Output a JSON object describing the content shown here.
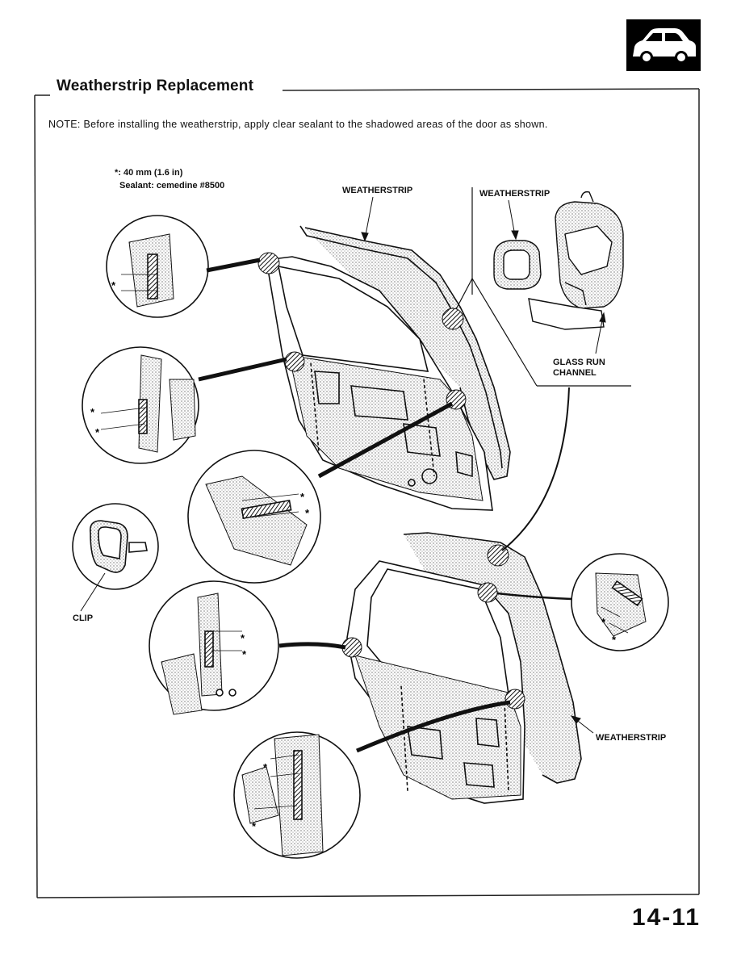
{
  "header": {
    "section_title": "Weatherstrip Replacement",
    "badge_icon": "car-icon"
  },
  "note": "NOTE: Before installing the weatherstrip, apply clear sealant to the shadowed areas of the door as shown.",
  "legend": {
    "asterisk": "*: 40 mm (1.6 in)",
    "sealant": "Sealant: cemedine #8500"
  },
  "labels": {
    "weatherstrip_top": "WEATHERSTRIP",
    "weatherstrip_inset": "WEATHERSTRIP",
    "glass_run_1": "GLASS RUN",
    "glass_run_2": "CHANNEL",
    "clip": "CLIP",
    "weatherstrip_rear": "WEATHERSTRIP"
  },
  "footer": {
    "page_number": "14-11"
  }
}
